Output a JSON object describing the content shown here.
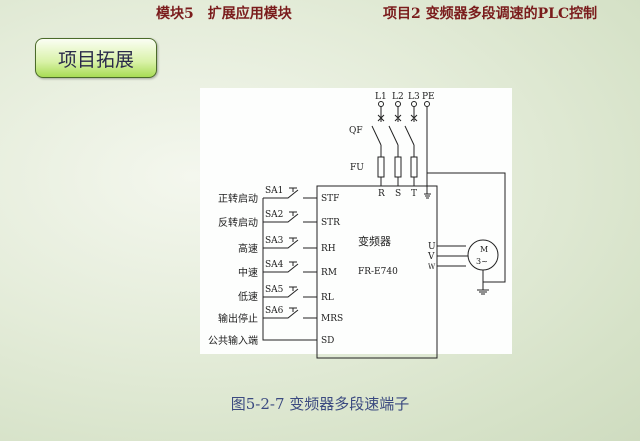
{
  "header": {
    "module": "模块5　扩展应用模块",
    "project": "项目2 变频器多段调速的PLC控制"
  },
  "section_button": "项目拓展",
  "diagram": {
    "supply": [
      "L1",
      "L2",
      "L3",
      "PE"
    ],
    "qf": "QF",
    "fu": "FU",
    "power_terminals": [
      "R",
      "S",
      "T"
    ],
    "inverter_name": "变频器",
    "inverter_model": "FR-E740",
    "output_terminals": [
      "U",
      "V",
      "W"
    ],
    "motor": {
      "m": "M",
      "phase": "3~"
    },
    "inputs": [
      {
        "function": "正转启动",
        "switch": "SA1",
        "terminal": "STF"
      },
      {
        "function": "反转启动",
        "switch": "SA2",
        "terminal": "STR"
      },
      {
        "function": "高速",
        "switch": "SA3",
        "terminal": "RH"
      },
      {
        "function": "中速",
        "switch": "SA4",
        "terminal": "RM"
      },
      {
        "function": "低速",
        "switch": "SA5",
        "terminal": "RL"
      },
      {
        "function": "输出停止",
        "switch": "SA6",
        "terminal": "MRS"
      }
    ],
    "common": {
      "function": "公共输入端",
      "terminal": "SD"
    }
  },
  "caption": "图5-2-7 变频器多段速端子"
}
